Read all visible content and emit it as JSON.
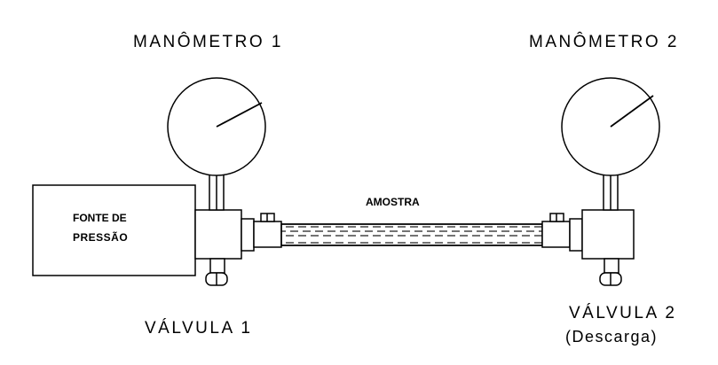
{
  "labels": {
    "manometro_1": "MANÔMETRO 1",
    "manometro_2": "MANÔMETRO 2",
    "fonte_line1": "FONTE DE",
    "fonte_line2": "PRESSÃO",
    "amostra": "AMOSTRA",
    "valvula_1": "VÁLVULA 1",
    "valvula_2": "VÁLVULA 2",
    "descarga": "(Descarga)"
  },
  "colors": {
    "stroke": "#000000",
    "background": "#ffffff"
  }
}
